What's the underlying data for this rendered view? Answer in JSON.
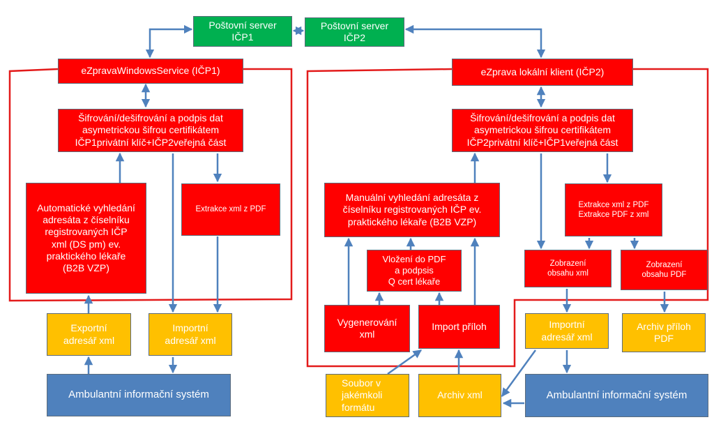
{
  "colors": {
    "server": "#00b050",
    "process": "#ff0000",
    "folder": "#ffc000",
    "system": "#4f81bd",
    "arrow": "#4f81bd",
    "boundary": "#e31b1b"
  },
  "servers": {
    "icp1": "Poštovní server\nIČP1",
    "icp2": "Poštovní server\nIČP2"
  },
  "left": {
    "service": "eZpravaWindowsService (IČP1)",
    "crypto": "Šifrování/dešifrování a podpis dat\nasymetrickou šifrou certifikátem\nIČP1privátní klíč+IČP2veřejná část",
    "auto_lookup": "Automatické vyhledání\nadresáta  z číselníku\nregistrovaných IČP\nxml (DS pm) ev.\npraktického lékaře\n(B2B VZP)",
    "extract": "Extrakce  xml z PDF",
    "export_dir": "Exportní\nadresář  xml",
    "import_dir": "Importní\nadresář  xml",
    "ais": "Ambulantní informační systém"
  },
  "right": {
    "client": "eZprava  lokální klient (IČP2)",
    "crypto": "Šifrování/dešifrování a podpis dat\nasymetrickou šifrou certifikátem\nIČP2privátní klíč+IČP1veřejná část",
    "manual_lookup": "Manuální vyhledání adresáta  z\nčíselníku  registrovaných IČP  ev.\npraktického lékaře  (B2B VZP)",
    "insert_pdf": "Vložení do PDF\na podpsis\nQ cert lékaře",
    "generate": "Vygenerování\nxml",
    "import_attach": "Import příloh",
    "extract": "Extrakce  xml z PDF\nExtrakce PDF z xml",
    "show_xml": "Zobrazení\nobsahu xml",
    "show_pdf": "Zobrazení\nobsahu PDF",
    "import_dir": "Importní\nadresář  xml",
    "archive_pdf": "Archiv příloh\nPDF",
    "any_file": "Soubor v\njakémkoli\nformátu",
    "archive_xml": "Archiv xml",
    "ais": "Ambulantní informační systém"
  }
}
